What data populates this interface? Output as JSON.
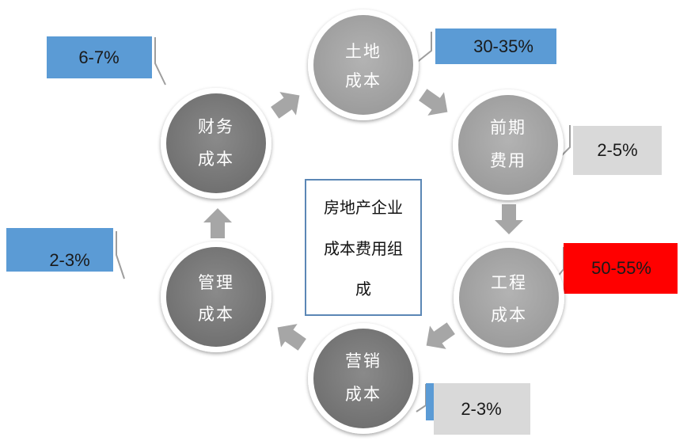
{
  "center": {
    "lines": [
      "房地产企业",
      "成本费用组",
      "成"
    ]
  },
  "nodes": [
    {
      "id": "land",
      "lines": [
        "土地",
        "成本"
      ],
      "share": "30-35%",
      "share_color": "#5b9bd5"
    },
    {
      "id": "preliminary",
      "lines": [
        "前期",
        "费用"
      ],
      "share": "2-5%",
      "share_color": "#d9d9d9"
    },
    {
      "id": "engineering",
      "lines": [
        "工程",
        "成本"
      ],
      "share": "50-55%",
      "share_color": "#ff0000"
    },
    {
      "id": "marketing",
      "lines": [
        "营销",
        "成本"
      ],
      "share": "2-3%",
      "share_color": "#d9d9d9"
    },
    {
      "id": "management",
      "lines": [
        "管理",
        "成本"
      ],
      "share": "2-3%",
      "share_color": "#5b9bd5"
    },
    {
      "id": "finance",
      "lines": [
        "财务",
        "成本"
      ],
      "share": "6-7%",
      "share_color": "#5b9bd5"
    }
  ],
  "colors": {
    "circle_light": "#a6a6a6",
    "circle_dark": "#7f7f7f",
    "arrow": "#a6a6a6",
    "center_border": "#5b87b5",
    "leader_line": "#9e9e9e"
  }
}
